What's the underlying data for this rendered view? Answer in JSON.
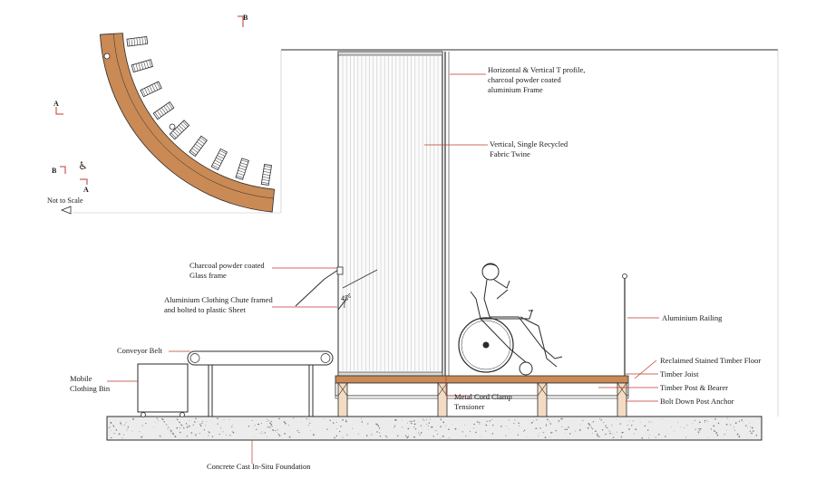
{
  "labels": {
    "t_profile_1": "Horizontal & Vertical T profile,",
    "t_profile_2": "charcoal powder coated",
    "t_profile_3": "aluminium Frame",
    "twine_1": "Vertical, Single Recycled",
    "twine_2": "Fabric Twine",
    "glass_1": "Charcoal powder coated",
    "glass_2": "Glass frame",
    "chute_1": "Aluminium Clothing Chute framed",
    "chute_2": "and bolted to plastic Sheet",
    "angle": "45°",
    "conveyor": "Conveyor Belt",
    "bin_1": "Mobile",
    "bin_2": "Clothing Bin",
    "railing": "Aluminium Railing",
    "floor": "Reclaimed Stained Timber Floor",
    "joist": "Timber Joist",
    "post_bearer": "Timber Post & Bearer",
    "anchor": "Bolt Down Post Anchor",
    "clamp_1": "Metal Cord Clamp",
    "clamp_2": "Tensioner",
    "foundation": "Concrete Cast In-Situ Foundation"
  },
  "inset": {
    "section_a": "A",
    "section_b": "B",
    "scale_note": "Not to Scale"
  },
  "colors": {
    "leader": "#c0392b",
    "timber": "#c98a55",
    "concrete": "#ececec"
  }
}
